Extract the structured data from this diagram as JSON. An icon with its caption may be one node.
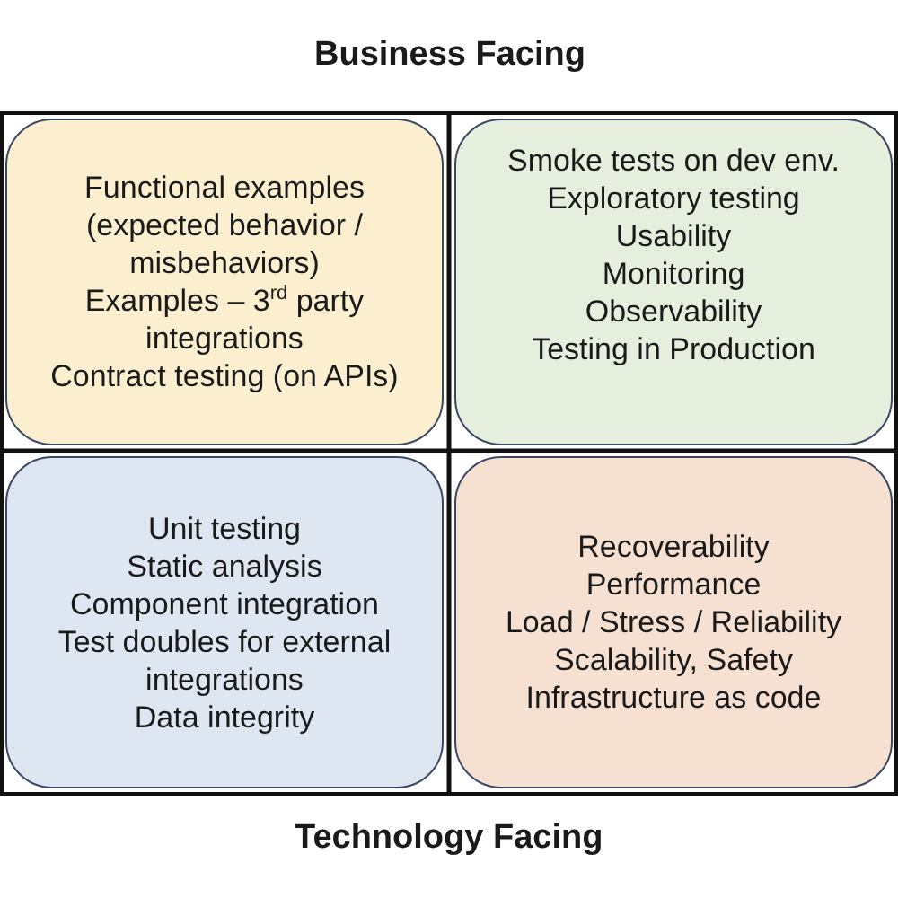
{
  "diagram": {
    "nodes": [
      {
        "text": [
          "Functional examples (expected behavior / misbehaviors)",
          "Examples – 3$^{rd}$ party integrations",
          "Contract testing (on APIs)"
        ]
      },
      {
        "text": [
          "Smoke tests on dev env.",
          "Exploratory testing",
          "Usability",
          "Monitoring",
          "Observability",
          "Testing in Production"
        ]
      },
      {
        "text": [
          "Unit testing",
          "Static analysis",
          "Component integration",
          "Test doubles for external integrations",
          "Data integrity"
        ]
      },
      {
        "text": [
          "Recoverability",
          "Performance",
          "Load / Stress / Reliability",
          "Scalability, Safety",
          "Infrastructure as code"
        ]
      }
    ],
    "labels": [
      "Business Facing",
      "Technology Facing"
    ]
  }
}
